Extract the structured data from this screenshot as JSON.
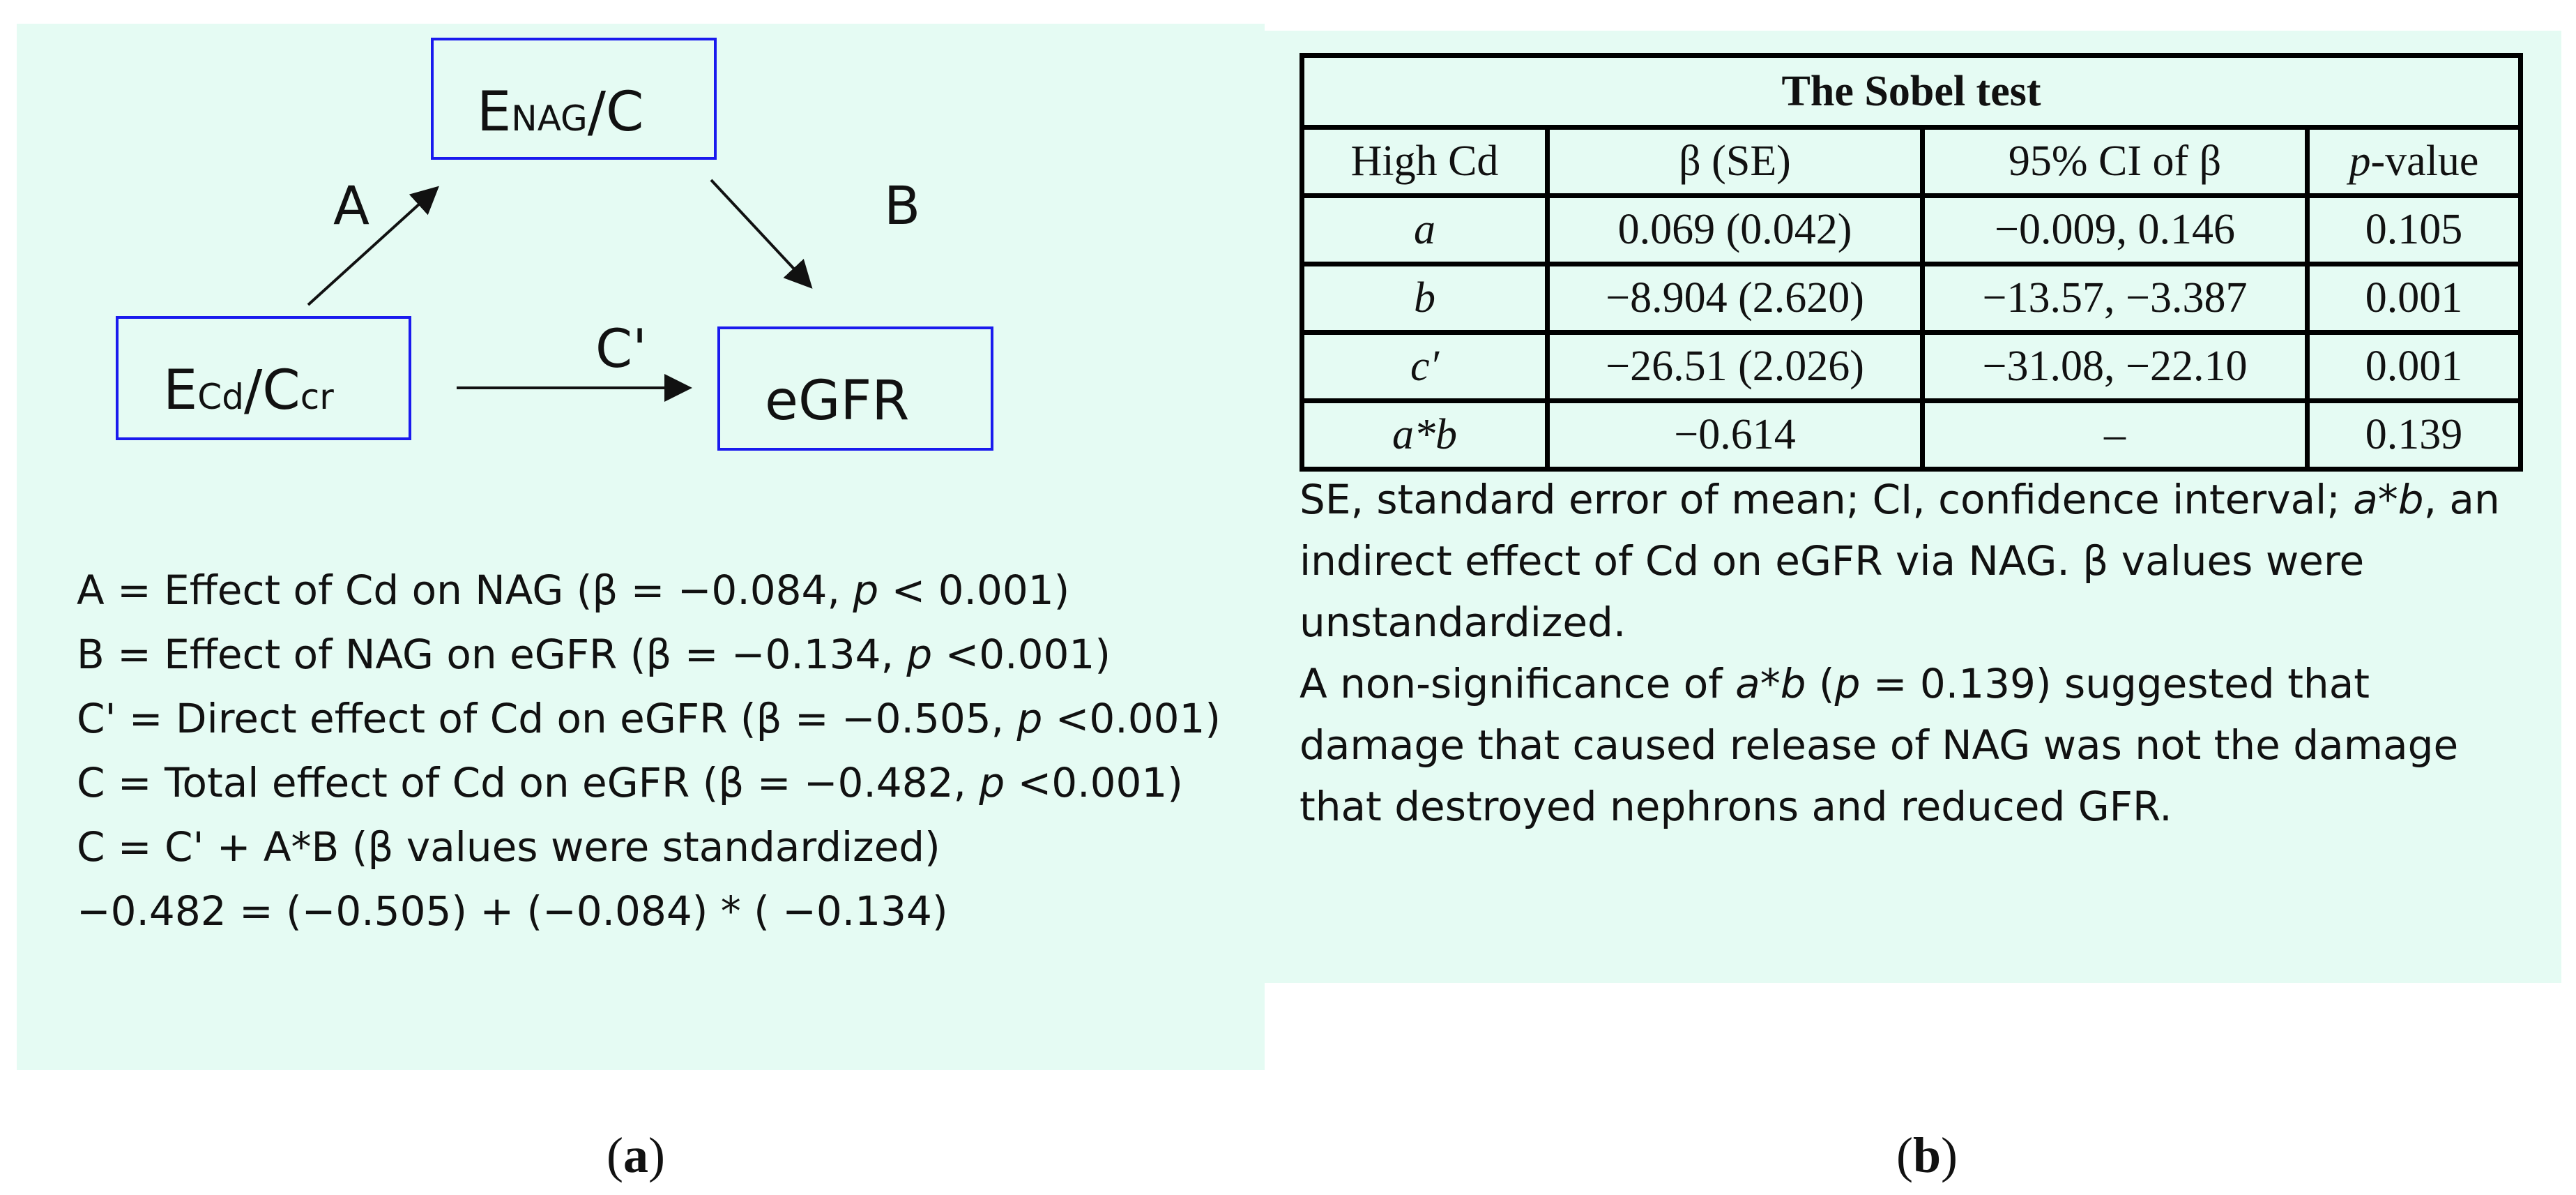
{
  "panel_a": {
    "nodes": {
      "enag": {
        "main": "E",
        "sub": "NAG",
        "rest": "/C"
      },
      "ecd": {
        "main": "E",
        "sub": "Cd",
        "rest": "/C",
        "sub2": "cr"
      },
      "egfr": "eGFR"
    },
    "edges": {
      "a": "A",
      "b": "B",
      "c_prime": "C'"
    },
    "notes": [
      {
        "pre": "A = Effect of Cd on NAG (β = −0.084, ",
        "p": "p",
        "post": " < 0.001)"
      },
      {
        "pre": "B = Effect of NAG on eGFR (β = −0.134, ",
        "p": "p",
        "post": " <0.001)"
      },
      {
        "pre": "C' = Direct effect of Cd on eGFR (β = −0.505, ",
        "p": "p",
        "post": " <0.001)"
      },
      {
        "pre": "C = Total effect of Cd on eGFR (β = −0.482, ",
        "p": "p",
        "post": " <0.001)"
      },
      {
        "pre": "C = C' + A*B (β values were standardized)",
        "p": "",
        "post": ""
      },
      {
        "pre": "−0.482 = (−0.505) + (−0.084) * ( −0.134)",
        "p": "",
        "post": ""
      }
    ],
    "caption": {
      "open": "(",
      "letter": "a",
      "close": ")"
    }
  },
  "panel_b": {
    "table": {
      "title": "The Sobel test",
      "headers": {
        "col1": "High Cd",
        "col2": "β (SE)",
        "col3": "95% CI of β",
        "col4_p": "p",
        "col4_rest": "-value"
      },
      "rows": [
        {
          "label": "a",
          "beta": "0.069 (0.042)",
          "ci": "−0.009, 0.146",
          "p": "0.105"
        },
        {
          "label": "b",
          "beta": "−8.904 (2.620)",
          "ci": "−13.57, −3.387",
          "p": "0.001"
        },
        {
          "label": "c′",
          "beta": "−26.51 (2.026)",
          "ci": "−31.08, −22.10",
          "p": "0.001"
        },
        {
          "label": "a*b",
          "beta": "−0.614",
          "ci": "–",
          "p": "0.139"
        }
      ]
    },
    "notes": {
      "n1_pre": "SE, standard error of mean; CI, confidence interval; ",
      "n1_ab": "a*b",
      "n1_post": ", an indirect effect of Cd on eGFR via NAG. β values were unstandardized.",
      "n2_pre": "A non-significance of ",
      "n2_ab": "a*b",
      "n2_mid": " (",
      "n2_p": "p",
      "n2_post": " = 0.139) suggested that damage that caused release of NAG was not the damage that destroyed nephrons and reduced GFR."
    },
    "caption": {
      "open": "(",
      "letter": "b",
      "close": ")"
    }
  },
  "colors": {
    "panel_background": "#e5fbf3",
    "node_border": "#1a1aee"
  }
}
